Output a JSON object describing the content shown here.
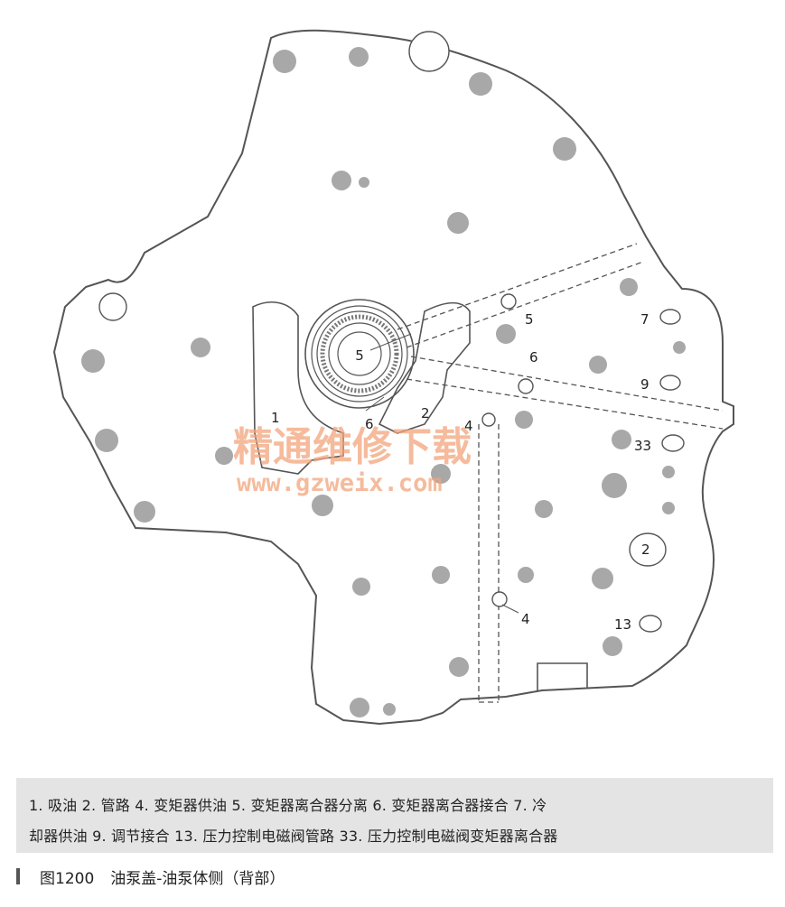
{
  "diagram": {
    "callouts": {
      "c1": "1",
      "c2_main": "2",
      "c2_right": "2",
      "c4_top": "4",
      "c4_bottom": "4",
      "c5_center": "5",
      "c5_right": "5",
      "c6_center": "6",
      "c6_right": "6",
      "c7": "7",
      "c9": "9",
      "c13": "13",
      "c33": "33"
    },
    "watermark": {
      "text_cn": "精通维修下载",
      "text_en": "www.gzweix.com"
    }
  },
  "legend": {
    "line1": "1. 吸油   2. 管路   4. 变矩器供油   5. 变矩器离合器分离   6. 变矩器离合器接合   7. 冷",
    "line2": "却器供油   9. 调节接合   13. 压力控制电磁阀管路   33. 压力控制电磁阀变矩器离合器"
  },
  "caption": {
    "label": "图1200",
    "title": "油泵盖-油泵体侧（背部）"
  }
}
